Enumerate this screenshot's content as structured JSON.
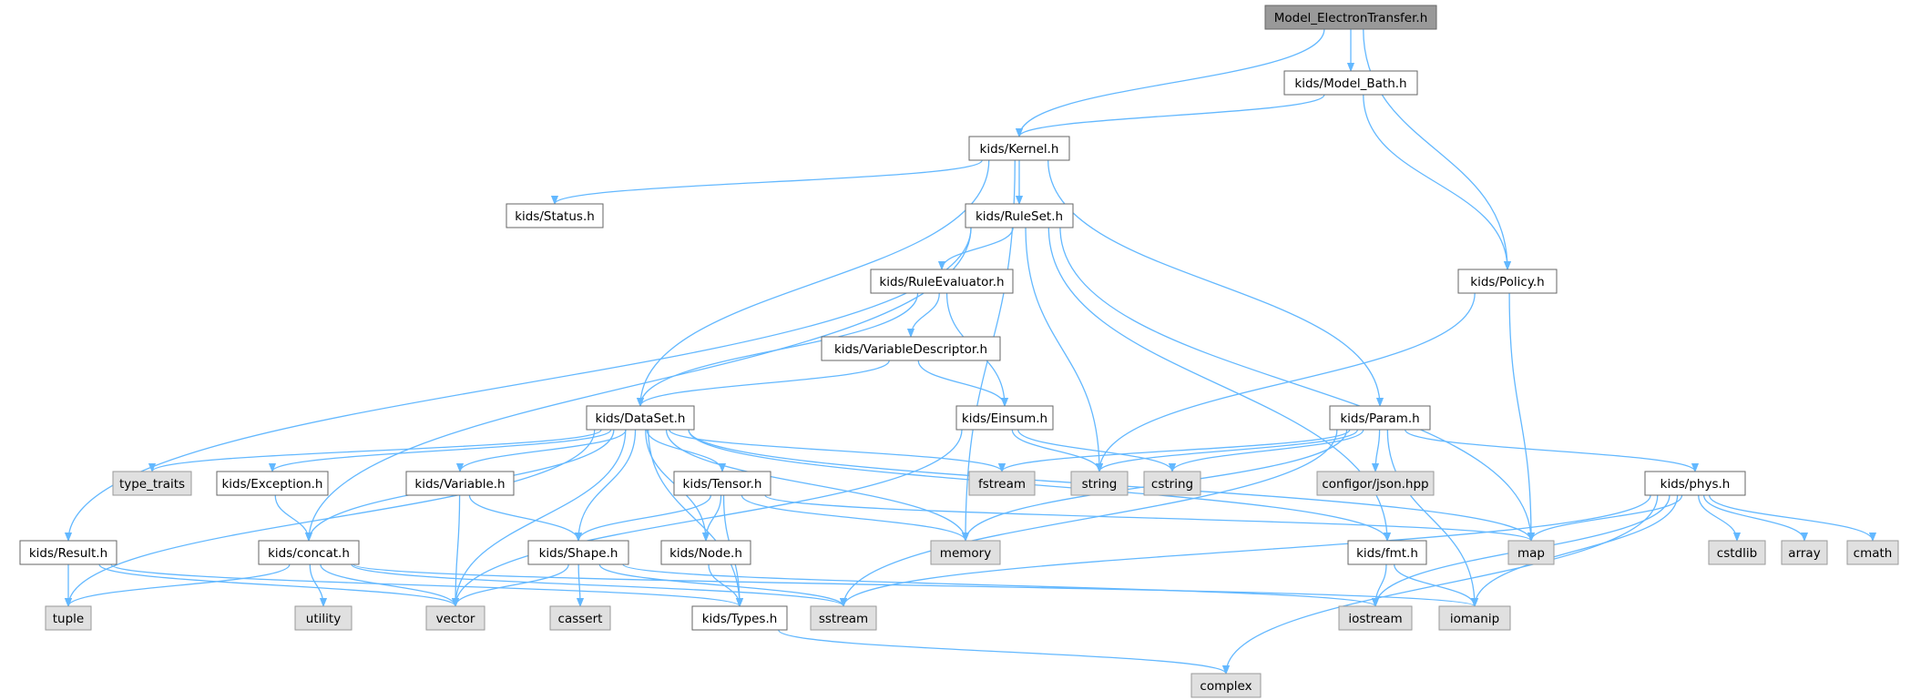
{
  "diagram": {
    "type": "include-dependency-graph",
    "colors": {
      "edge": "#63b8ff",
      "root_fill": "#999999",
      "root_border": "#666666",
      "file_fill": "#ffffff",
      "file_border": "#666666",
      "system_fill": "#e0e0e0",
      "system_border": "#999999",
      "text": "#000000"
    },
    "nodes": [
      {
        "id": "root",
        "label": "Model_ElectronTransfer.h",
        "kind": "root"
      },
      {
        "id": "model_bath",
        "label": "kids/Model_Bath.h",
        "kind": "file"
      },
      {
        "id": "kernel",
        "label": "kids/Kernel.h",
        "kind": "file"
      },
      {
        "id": "status",
        "label": "kids/Status.h",
        "kind": "file"
      },
      {
        "id": "ruleset",
        "label": "kids/RuleSet.h",
        "kind": "file"
      },
      {
        "id": "policy",
        "label": "kids/Policy.h",
        "kind": "file"
      },
      {
        "id": "ruleevaluator",
        "label": "kids/RuleEvaluator.h",
        "kind": "file"
      },
      {
        "id": "vardesc",
        "label": "kids/VariableDescriptor.h",
        "kind": "file"
      },
      {
        "id": "dataset",
        "label": "kids/DataSet.h",
        "kind": "file"
      },
      {
        "id": "einsum",
        "label": "kids/Einsum.h",
        "kind": "file"
      },
      {
        "id": "param",
        "label": "kids/Param.h",
        "kind": "file"
      },
      {
        "id": "type_traits",
        "label": "type_traits",
        "kind": "system"
      },
      {
        "id": "exception",
        "label": "kids/Exception.h",
        "kind": "file"
      },
      {
        "id": "variable",
        "label": "kids/Variable.h",
        "kind": "file"
      },
      {
        "id": "tensor",
        "label": "kids/Tensor.h",
        "kind": "file"
      },
      {
        "id": "fstream",
        "label": "fstream",
        "kind": "system"
      },
      {
        "id": "string",
        "label": "string",
        "kind": "system"
      },
      {
        "id": "cstring",
        "label": "cstring",
        "kind": "system"
      },
      {
        "id": "json",
        "label": "configor/json.hpp",
        "kind": "system"
      },
      {
        "id": "phys",
        "label": "kids/phys.h",
        "kind": "file"
      },
      {
        "id": "result",
        "label": "kids/Result.h",
        "kind": "file"
      },
      {
        "id": "concat",
        "label": "kids/concat.h",
        "kind": "file"
      },
      {
        "id": "shape",
        "label": "kids/Shape.h",
        "kind": "file"
      },
      {
        "id": "node",
        "label": "kids/Node.h",
        "kind": "file"
      },
      {
        "id": "memory",
        "label": "memory",
        "kind": "system"
      },
      {
        "id": "fmt",
        "label": "kids/fmt.h",
        "kind": "file"
      },
      {
        "id": "map",
        "label": "map",
        "kind": "system"
      },
      {
        "id": "cstdlib",
        "label": "cstdlib",
        "kind": "system"
      },
      {
        "id": "array",
        "label": "array",
        "kind": "system"
      },
      {
        "id": "cmath",
        "label": "cmath",
        "kind": "system"
      },
      {
        "id": "tuple",
        "label": "tuple",
        "kind": "system"
      },
      {
        "id": "utility",
        "label": "utility",
        "kind": "system"
      },
      {
        "id": "vector",
        "label": "vector",
        "kind": "system"
      },
      {
        "id": "cassert",
        "label": "cassert",
        "kind": "system"
      },
      {
        "id": "types",
        "label": "kids/Types.h",
        "kind": "file"
      },
      {
        "id": "sstream",
        "label": "sstream",
        "kind": "system"
      },
      {
        "id": "iostream",
        "label": "iostream",
        "kind": "system"
      },
      {
        "id": "iomanip",
        "label": "iomanip",
        "kind": "system"
      },
      {
        "id": "complex",
        "label": "complex",
        "kind": "system"
      }
    ],
    "edges": [
      [
        "root",
        "model_bath"
      ],
      [
        "root",
        "kernel"
      ],
      [
        "root",
        "policy"
      ],
      [
        "model_bath",
        "kernel"
      ],
      [
        "model_bath",
        "policy"
      ],
      [
        "kernel",
        "status"
      ],
      [
        "kernel",
        "ruleset"
      ],
      [
        "kernel",
        "dataset"
      ],
      [
        "kernel",
        "param"
      ],
      [
        "kernel",
        "memory"
      ],
      [
        "ruleset",
        "ruleevaluator"
      ],
      [
        "ruleset",
        "result"
      ],
      [
        "ruleset",
        "concat"
      ],
      [
        "ruleset",
        "string"
      ],
      [
        "ruleset",
        "fmt"
      ],
      [
        "ruleset",
        "map"
      ],
      [
        "policy",
        "string"
      ],
      [
        "policy",
        "map"
      ],
      [
        "ruleevaluator",
        "vardesc"
      ],
      [
        "ruleevaluator",
        "dataset"
      ],
      [
        "ruleevaluator",
        "einsum"
      ],
      [
        "vardesc",
        "dataset"
      ],
      [
        "vardesc",
        "einsum"
      ],
      [
        "einsum",
        "vector"
      ],
      [
        "einsum",
        "string"
      ],
      [
        "einsum",
        "cstring"
      ],
      [
        "dataset",
        "type_traits"
      ],
      [
        "dataset",
        "exception"
      ],
      [
        "dataset",
        "variable"
      ],
      [
        "dataset",
        "tensor"
      ],
      [
        "dataset",
        "node"
      ],
      [
        "dataset",
        "shape"
      ],
      [
        "dataset",
        "concat"
      ],
      [
        "dataset",
        "types"
      ],
      [
        "dataset",
        "tuple"
      ],
      [
        "dataset",
        "vector"
      ],
      [
        "dataset",
        "fstream"
      ],
      [
        "dataset",
        "memory"
      ],
      [
        "dataset",
        "map"
      ],
      [
        "dataset",
        "fmt"
      ],
      [
        "param",
        "fstream"
      ],
      [
        "param",
        "string"
      ],
      [
        "param",
        "cstring"
      ],
      [
        "param",
        "json"
      ],
      [
        "param",
        "phys"
      ],
      [
        "param",
        "memory"
      ],
      [
        "param",
        "sstream"
      ],
      [
        "param",
        "iomanip"
      ],
      [
        "exception",
        "concat"
      ],
      [
        "variable",
        "shape"
      ],
      [
        "variable",
        "vector"
      ],
      [
        "tensor",
        "shape"
      ],
      [
        "tensor",
        "node"
      ],
      [
        "tensor",
        "memory"
      ],
      [
        "tensor",
        "types"
      ],
      [
        "tensor",
        "map"
      ],
      [
        "shape",
        "vector"
      ],
      [
        "shape",
        "cassert"
      ],
      [
        "shape",
        "sstream"
      ],
      [
        "shape",
        "iostream"
      ],
      [
        "node",
        "types"
      ],
      [
        "concat",
        "tuple"
      ],
      [
        "concat",
        "utility"
      ],
      [
        "concat",
        "vector"
      ],
      [
        "concat",
        "sstream"
      ],
      [
        "concat",
        "iomanip"
      ],
      [
        "result",
        "tuple"
      ],
      [
        "result",
        "vector"
      ],
      [
        "result",
        "types"
      ],
      [
        "fmt",
        "iostream"
      ],
      [
        "fmt",
        "iomanip"
      ],
      [
        "phys",
        "map"
      ],
      [
        "phys",
        "cstdlib"
      ],
      [
        "phys",
        "array"
      ],
      [
        "phys",
        "cmath"
      ],
      [
        "phys",
        "iostream"
      ],
      [
        "phys",
        "iomanip"
      ],
      [
        "phys",
        "complex"
      ],
      [
        "phys",
        "sstream"
      ],
      [
        "types",
        "complex"
      ]
    ]
  }
}
